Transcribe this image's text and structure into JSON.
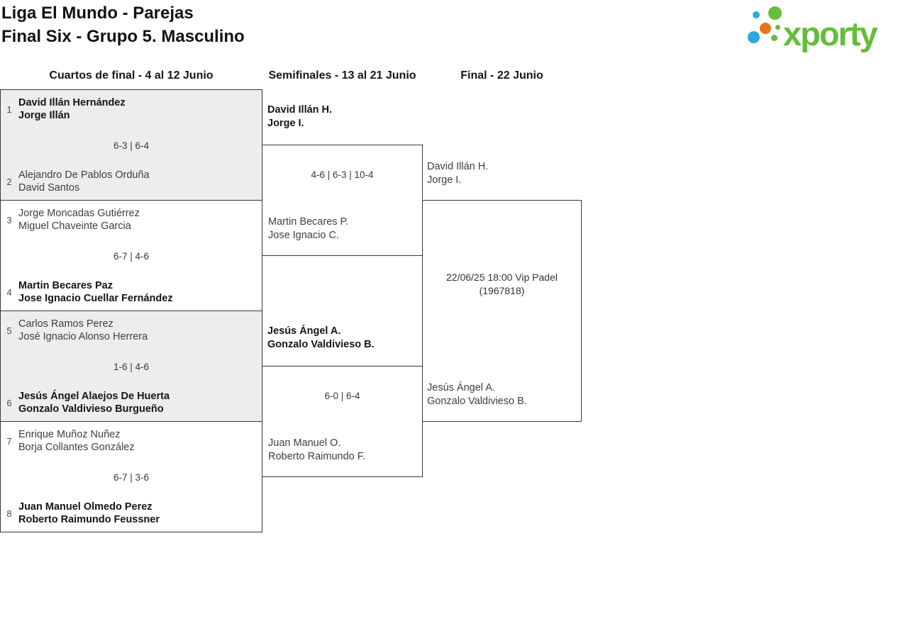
{
  "header": {
    "title_line1": "Liga El Mundo - Parejas",
    "title_line2": "Final Six - Grupo 5. Masculino",
    "logo_text": "xporty"
  },
  "colors": {
    "logo_green": "#64bd3c",
    "logo_blue": "#2aa9e0",
    "logo_orange": "#e67617",
    "box_gray": "#ededed",
    "border_line": "#383838"
  },
  "columns": [
    {
      "label": "Cuartos de final - 4 al 12 Junio"
    },
    {
      "label": "Semifinales - 13 al 21 Junio"
    },
    {
      "label": "Final - 22 Junio"
    }
  ],
  "bracket": {
    "quarterfinals": [
      {
        "seed1": "1",
        "team1": [
          "David Illán Hernández",
          "Jorge Illán"
        ],
        "team1_winner": true,
        "score": "6-3 | 6-4",
        "seed2": "2",
        "team2": [
          "Alejandro De Pablos Orduña",
          "David Santos"
        ],
        "team2_winner": false
      },
      {
        "seed1": "3",
        "team1": [
          "Jorge Moncadas Gutiérrez",
          "Miguel Chaveinte Garcia"
        ],
        "team1_winner": false,
        "score": "6-7 | 4-6",
        "seed2": "4",
        "team2": [
          "Martin Becares Paz",
          "Jose Ignacio Cuellar Fernández"
        ],
        "team2_winner": true
      },
      {
        "seed1": "5",
        "team1": [
          "Carlos Ramos Perez",
          "José Ignacio Alonso Herrera"
        ],
        "team1_winner": false,
        "score": "1-6 | 4-6",
        "seed2": "6",
        "team2": [
          "Jesús Ángel Alaejos De Huerta",
          "Gonzalo Valdivieso Burgueño"
        ],
        "team2_winner": true
      },
      {
        "seed1": "7",
        "team1": [
          "Enrique Muñoz Nuñez",
          "Borja Collantes González"
        ],
        "team1_winner": false,
        "score": "6-7 | 3-6",
        "seed2": "8",
        "team2": [
          "Juan Manuel Olmedo Perez",
          "Roberto Raimundo Feussner"
        ],
        "team2_winner": true
      }
    ],
    "semifinals": [
      {
        "team1": [
          "David Illán H.",
          "Jorge I."
        ],
        "team1_winner": true,
        "score": "4-6 | 6-3 | 10-4",
        "team2": [
          "Martin Becares P.",
          "Jose Ignacio C."
        ],
        "team2_winner": false
      },
      {
        "team1": [
          "Jesús Ángel A.",
          "Gonzalo Valdivieso B."
        ],
        "team1_winner": true,
        "score": "6-0 | 6-4",
        "team2": [
          "Juan Manuel O.",
          "Roberto Raimundo F."
        ],
        "team2_winner": false
      }
    ],
    "final": {
      "team1": [
        "David Illán H.",
        "Jorge I."
      ],
      "info_line1": "22/06/25 18:00 Vip Padel",
      "info_line2": "(1967818)",
      "team2": [
        "Jesús Ángel A.",
        "Gonzalo Valdivieso B."
      ]
    }
  }
}
